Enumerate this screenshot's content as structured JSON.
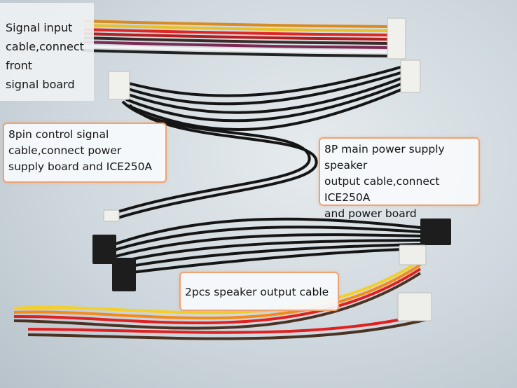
{
  "labels": {
    "signal_input": "Signal input\ncable,connect front\nsignal board",
    "control_signal": "8pin control signal\ncable,connect power\nsupply board and ICE250A",
    "main_power": "8P main power supply speaker\noutput cable,connect ICE250A\nand power board",
    "speaker_output": "2pcs speaker output cable"
  },
  "colors": {
    "callout_border": "#f0a272",
    "wire_black": "#151515",
    "wire_red": "#e02020",
    "wire_orange": "#f28a1c",
    "wire_yellow": "#f2cf2a",
    "wire_brown": "#4b3324",
    "connector_white": "#eeeeea"
  }
}
